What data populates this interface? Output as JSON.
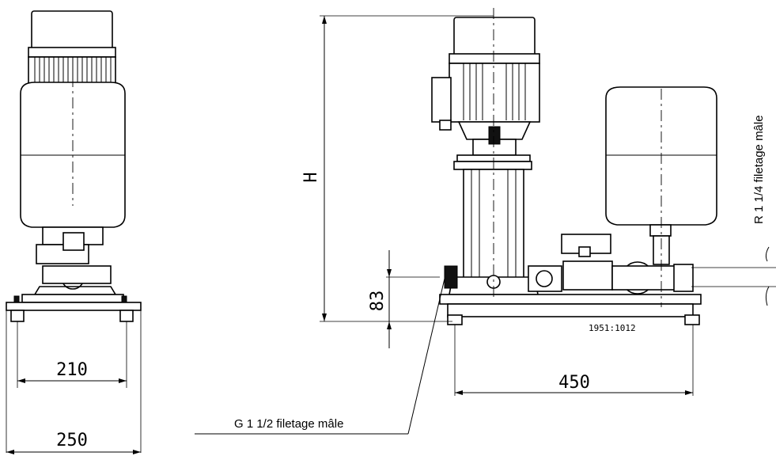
{
  "dimensions": {
    "width_inner": "210",
    "width_outer": "250",
    "height": "H",
    "inlet_height": "83",
    "length": "450"
  },
  "labels": {
    "suction": "G 1 1/2 filetage mâle",
    "discharge": "R 1 1/4 filetage mâle"
  },
  "drawing_code": "1951:1012"
}
